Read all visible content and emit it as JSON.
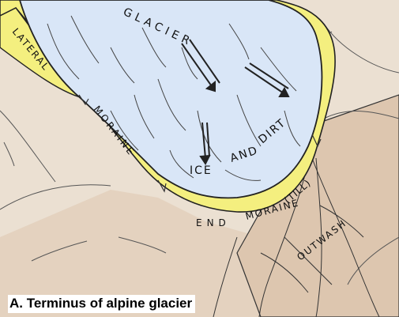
{
  "labels": {
    "glacier": "GLACIER",
    "ice_and_dirt_1": "ICE",
    "ice_and_dirt_2": "AND",
    "ice_and_dirt_3": "DIRT",
    "lateral": "LATERAL",
    "moraine": "MORAINE",
    "end_moraine_1": "END",
    "end_moraine_2": "MORAINE",
    "till": "(TILL)",
    "outwash": "OUTWASH"
  },
  "caption": "A. Terminus of alpine glacier",
  "colors": {
    "ice": "#d9e6f7",
    "moraine": "#f4ef7f",
    "ground": "#e9dccd",
    "valley": "#e3cfba",
    "ink": "#222222"
  }
}
